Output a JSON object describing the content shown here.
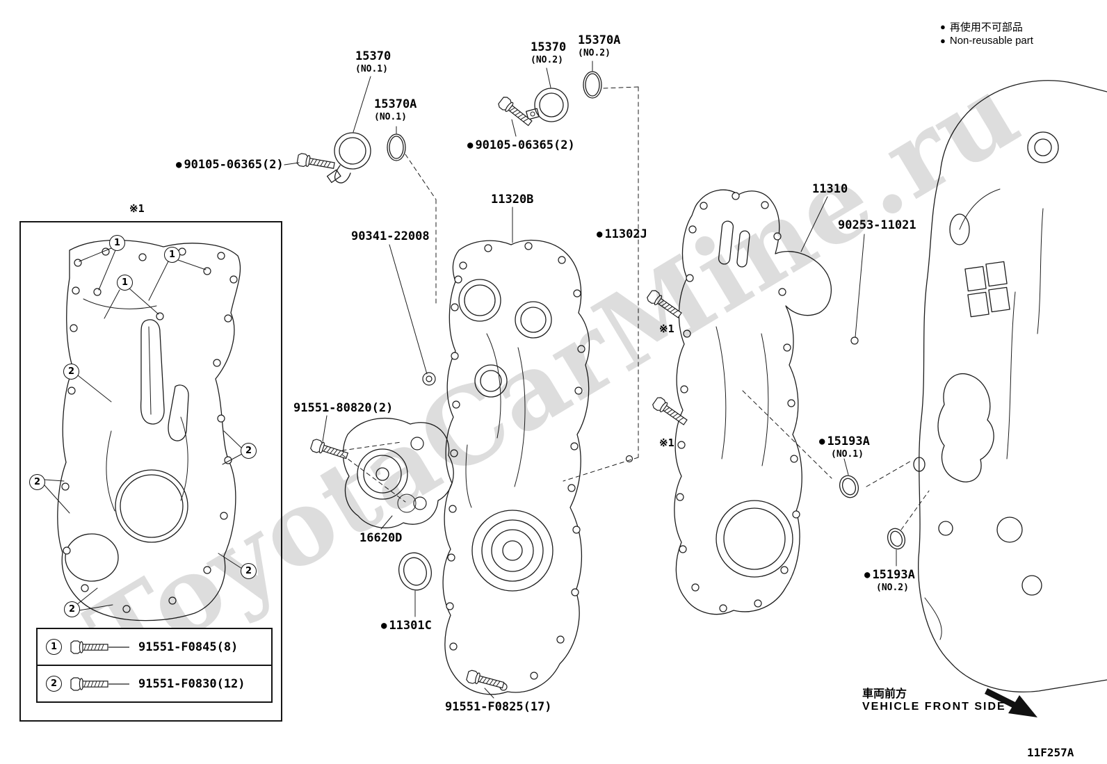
{
  "watermark": "ToyotaCarMine.ru",
  "legend_note": {
    "bullet": "●",
    "jp": "再使用不可部品",
    "en": "Non-reusable part"
  },
  "ref_mark": "※1",
  "labels": {
    "cam_cap_no1": {
      "part": "15370",
      "note": "(NO.1)"
    },
    "cam_plug_no1": {
      "part": "15370A",
      "note": "(NO.1)"
    },
    "cam_cap_no2": {
      "part": "15370",
      "note": "(NO.2)"
    },
    "cam_plug_no2": {
      "part": "15370A",
      "note": "(NO.2)"
    },
    "bolt_left": {
      "bullet": "●",
      "part": "90105-06365(2)"
    },
    "bolt_right": {
      "bullet": "●",
      "part": "90105-06365(2)"
    },
    "timing_chain_cover": {
      "part": "11320B"
    },
    "ring_pin": {
      "part": "90341-22008"
    },
    "oil_seal_11302j": {
      "bullet": "●",
      "part": "11302J"
    },
    "timing_chain_case": {
      "part": "11310"
    },
    "pin_90253": {
      "part": "90253-11021"
    },
    "tensioner_bolt": {
      "part": "91551-80820(2)"
    },
    "chain_tensioner": {
      "part": "16620D"
    },
    "oil_seal_11301c": {
      "bullet": "●",
      "part": "11301C"
    },
    "cover_bolt_set": {
      "part": "91551-F0825(17)"
    },
    "seal_15193a_no1": {
      "bullet": "●",
      "part": "15193A",
      "note": "(NO.1)"
    },
    "seal_15193a_no2": {
      "bullet": "●",
      "part": "15193A",
      "note": "(NO.2)"
    }
  },
  "fastener_table": {
    "rows": [
      {
        "num": "1",
        "part": "91551-F0845(8)"
      },
      {
        "num": "2",
        "part": "91551-F0830(12)"
      }
    ]
  },
  "callouts": {
    "one": "1",
    "two": "2"
  },
  "footer": {
    "front_jp": "車両前方",
    "front_en": "VEHICLE FRONT SIDE",
    "diagram_code": "11F257A"
  }
}
